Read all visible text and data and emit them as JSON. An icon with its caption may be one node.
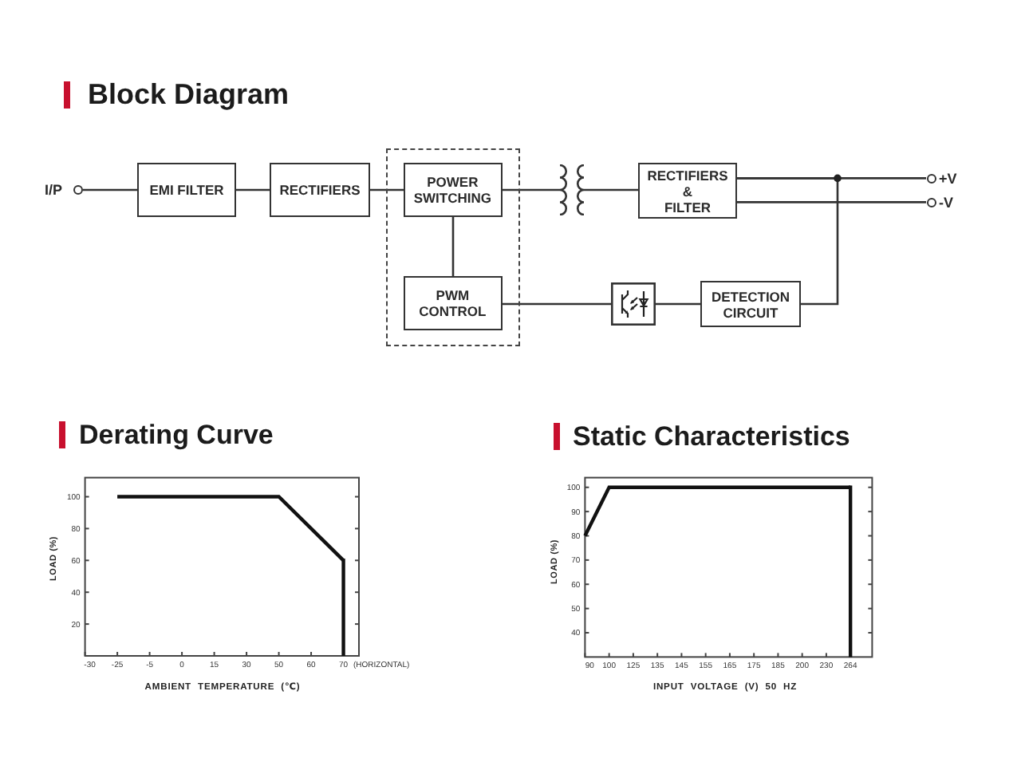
{
  "diagram": {
    "title": "Block Diagram",
    "nodes": [
      {
        "text": [],
        "shape": "circle",
        "beside": [
          "I/P"
        ]
      },
      {
        "text": [
          "EMI FILTER"
        ]
      },
      {
        "text": [
          "RECTIFIERS"
        ]
      },
      {
        "text": [],
        "shape": "box"
      },
      {
        "text": [
          "POWER SWITCHING"
        ],
        "in": 3
      },
      {
        "text": [
          "PWM CONTROL"
        ],
        "in": 3
      },
      {
        "text": [],
        "shape": "picture"
      },
      {
        "text": [
          "RECTIFIERS & FILTER"
        ]
      },
      {
        "text": [],
        "shape": "circle",
        "beside": [
          "+V"
        ]
      },
      {
        "text": [],
        "shape": "circle",
        "beside": [
          "-V"
        ]
      },
      {
        "text": [],
        "shape": "picture"
      },
      {
        "text": [
          "DETECTION CIRCUIT"
        ]
      }
    ],
    "edges": [
      {
        "from": 0,
        "to": 1,
        "arrow": "none"
      },
      {
        "from": 1,
        "to": 2,
        "arrow": "none"
      },
      {
        "from": 2,
        "to": 4,
        "arrow": "none"
      },
      {
        "from": 4,
        "to": 5,
        "arrow": "none"
      },
      {
        "from": 4,
        "to": 6,
        "arrow": "none"
      },
      {
        "from": 6,
        "to": 7,
        "arrow": "none"
      },
      {
        "from": 7,
        "to": 8,
        "arrow": "none"
      },
      {
        "from": 7,
        "to": 9,
        "arrow": "none"
      },
      {
        "from": 7,
        "to": 11,
        "arrow": "none"
      },
      {
        "from": 5,
        "to": 10,
        "arrow": "none"
      },
      {
        "from": 10,
        "to": 11,
        "arrow": "none"
      }
    ],
    "labels": [
      "(HORIZONTAL)"
    ],
    "chart_data": [
      {
        "type": "line",
        "title": "Derating Curve",
        "xlabel": "AMBIENT TEMPERATURE (℃)",
        "ylabel": "LOAD (%)",
        "categories": [
          "-30",
          "-25",
          "-5",
          "0",
          "15",
          "30",
          "50",
          "60",
          "70"
        ],
        "series": [
          {
            "color": "#111111",
            "values": [
              null,
              100,
              100,
              100,
              100,
              100,
              100,
              80,
              60
            ]
          }
        ],
        "ylim": [
          0,
          112
        ],
        "yticks": [
          20,
          40,
          60,
          80,
          100
        ],
        "ref_lines": [
          {
            "axis": "x",
            "value": "70"
          }
        ]
      },
      {
        "type": "line",
        "title": "Static Characteristics",
        "xlabel": "INPUT VOLTAGE (V) 50 HZ",
        "ylabel": "LOAD (%)",
        "categories": [
          "90",
          "100",
          "125",
          "135",
          "145",
          "155",
          "165",
          "175",
          "185",
          "200",
          "230",
          "264"
        ],
        "series": [
          {
            "color": "#111111",
            "values": [
              80,
              100,
              100,
              100,
              100,
              100,
              100,
              100,
              100,
              100,
              100,
              100
            ]
          }
        ],
        "ylim": [
          30,
          104
        ],
        "yticks": [
          40,
          50,
          60,
          70,
          80,
          90,
          100
        ],
        "ref_lines": [
          {
            "axis": "x",
            "value": "264"
          }
        ]
      }
    ]
  }
}
